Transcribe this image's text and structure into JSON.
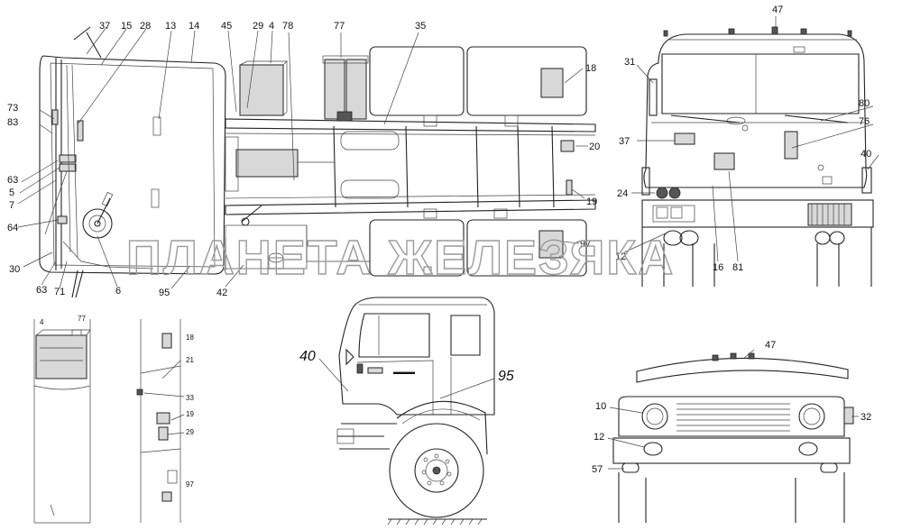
{
  "watermark": "ПЛАНЕТА ЖЕЛЕЗЯКА",
  "callouts": {
    "chassis_top": [
      "37",
      "15",
      "28",
      "13",
      "14",
      "45",
      "29",
      "4",
      "78",
      "77",
      "35",
      "18",
      "20",
      "19",
      "97",
      "73",
      "83",
      "63",
      "5",
      "7",
      "64",
      "30",
      "63",
      "71",
      "6",
      "95",
      "42"
    ],
    "front_view": [
      "47",
      "31",
      "80",
      "76",
      "37",
      "40",
      "24",
      "12",
      "16",
      "81"
    ],
    "side_detail_left": [
      "4",
      "77"
    ],
    "side_detail_right": [
      "18",
      "21",
      "33",
      "19",
      "29",
      "97"
    ],
    "cab_side": [
      "40",
      "95"
    ],
    "grille_view": [
      "47",
      "10",
      "32",
      "12",
      "57"
    ]
  }
}
